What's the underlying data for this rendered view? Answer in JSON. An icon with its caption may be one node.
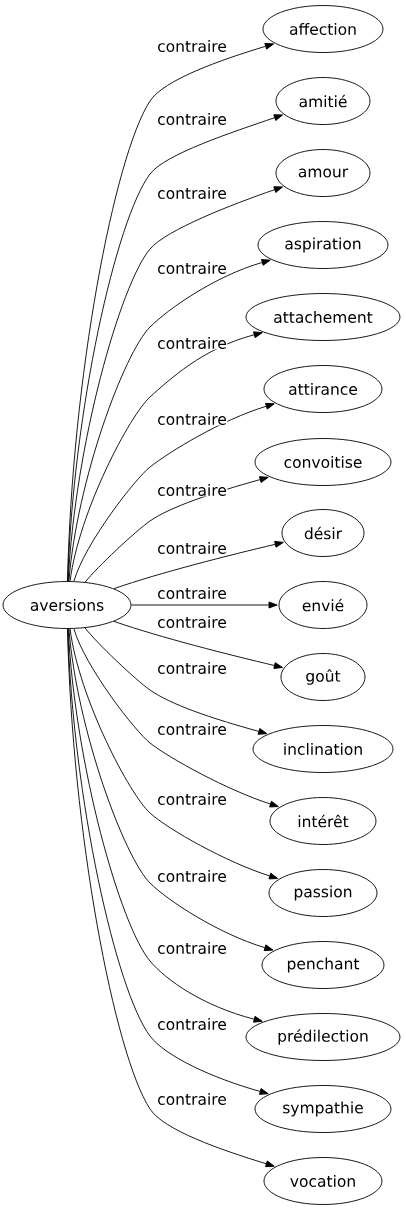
{
  "diagram": {
    "nodes": [
      {
        "text": [
          "aversions"
        ]
      },
      {
        "text": [
          "affection"
        ]
      },
      {
        "text": [
          "amitié"
        ]
      },
      {
        "text": [
          "amour"
        ]
      },
      {
        "text": [
          "aspiration"
        ]
      },
      {
        "text": [
          "attachement"
        ]
      },
      {
        "text": [
          "attirance"
        ]
      },
      {
        "text": [
          "convoitise"
        ]
      },
      {
        "text": [
          "désir"
        ]
      },
      {
        "text": [
          "envié"
        ]
      },
      {
        "text": [
          "goût"
        ]
      },
      {
        "text": [
          "inclination"
        ]
      },
      {
        "text": [
          "intérêt"
        ]
      },
      {
        "text": [
          "passion"
        ]
      },
      {
        "text": [
          "penchant"
        ]
      },
      {
        "text": [
          "prédilection"
        ]
      },
      {
        "text": [
          "sympathie"
        ]
      },
      {
        "text": [
          "vocation"
        ]
      }
    ],
    "edges": [
      {
        "from": 0,
        "to": 1,
        "arrow": "to",
        "label": "contraire"
      },
      {
        "from": 0,
        "to": 2,
        "arrow": "to",
        "label": "contraire"
      },
      {
        "from": 0,
        "to": 3,
        "arrow": "to",
        "label": "contraire"
      },
      {
        "from": 0,
        "to": 4,
        "arrow": "to",
        "label": "contraire"
      },
      {
        "from": 0,
        "to": 5,
        "arrow": "to",
        "label": "contraire"
      },
      {
        "from": 0,
        "to": 6,
        "arrow": "to",
        "label": "contraire"
      },
      {
        "from": 0,
        "to": 7,
        "arrow": "to",
        "label": "contraire"
      },
      {
        "from": 0,
        "to": 8,
        "arrow": "to",
        "label": "contraire"
      },
      {
        "from": 0,
        "to": 9,
        "arrow": "to",
        "label": "contraire"
      },
      {
        "from": 0,
        "to": 10,
        "arrow": "to",
        "label": "contraire"
      },
      {
        "from": 0,
        "to": 11,
        "arrow": "to",
        "label": "contraire"
      },
      {
        "from": 0,
        "to": 12,
        "arrow": "to",
        "label": "contraire"
      },
      {
        "from": 0,
        "to": 13,
        "arrow": "to",
        "label": "contraire"
      },
      {
        "from": 0,
        "to": 14,
        "arrow": "to",
        "label": "contraire"
      },
      {
        "from": 0,
        "to": 15,
        "arrow": "to",
        "label": "contraire"
      },
      {
        "from": 0,
        "to": 16,
        "arrow": "to",
        "label": "contraire"
      },
      {
        "from": 0,
        "to": 17,
        "arrow": "to",
        "label": "contraire"
      }
    ]
  }
}
